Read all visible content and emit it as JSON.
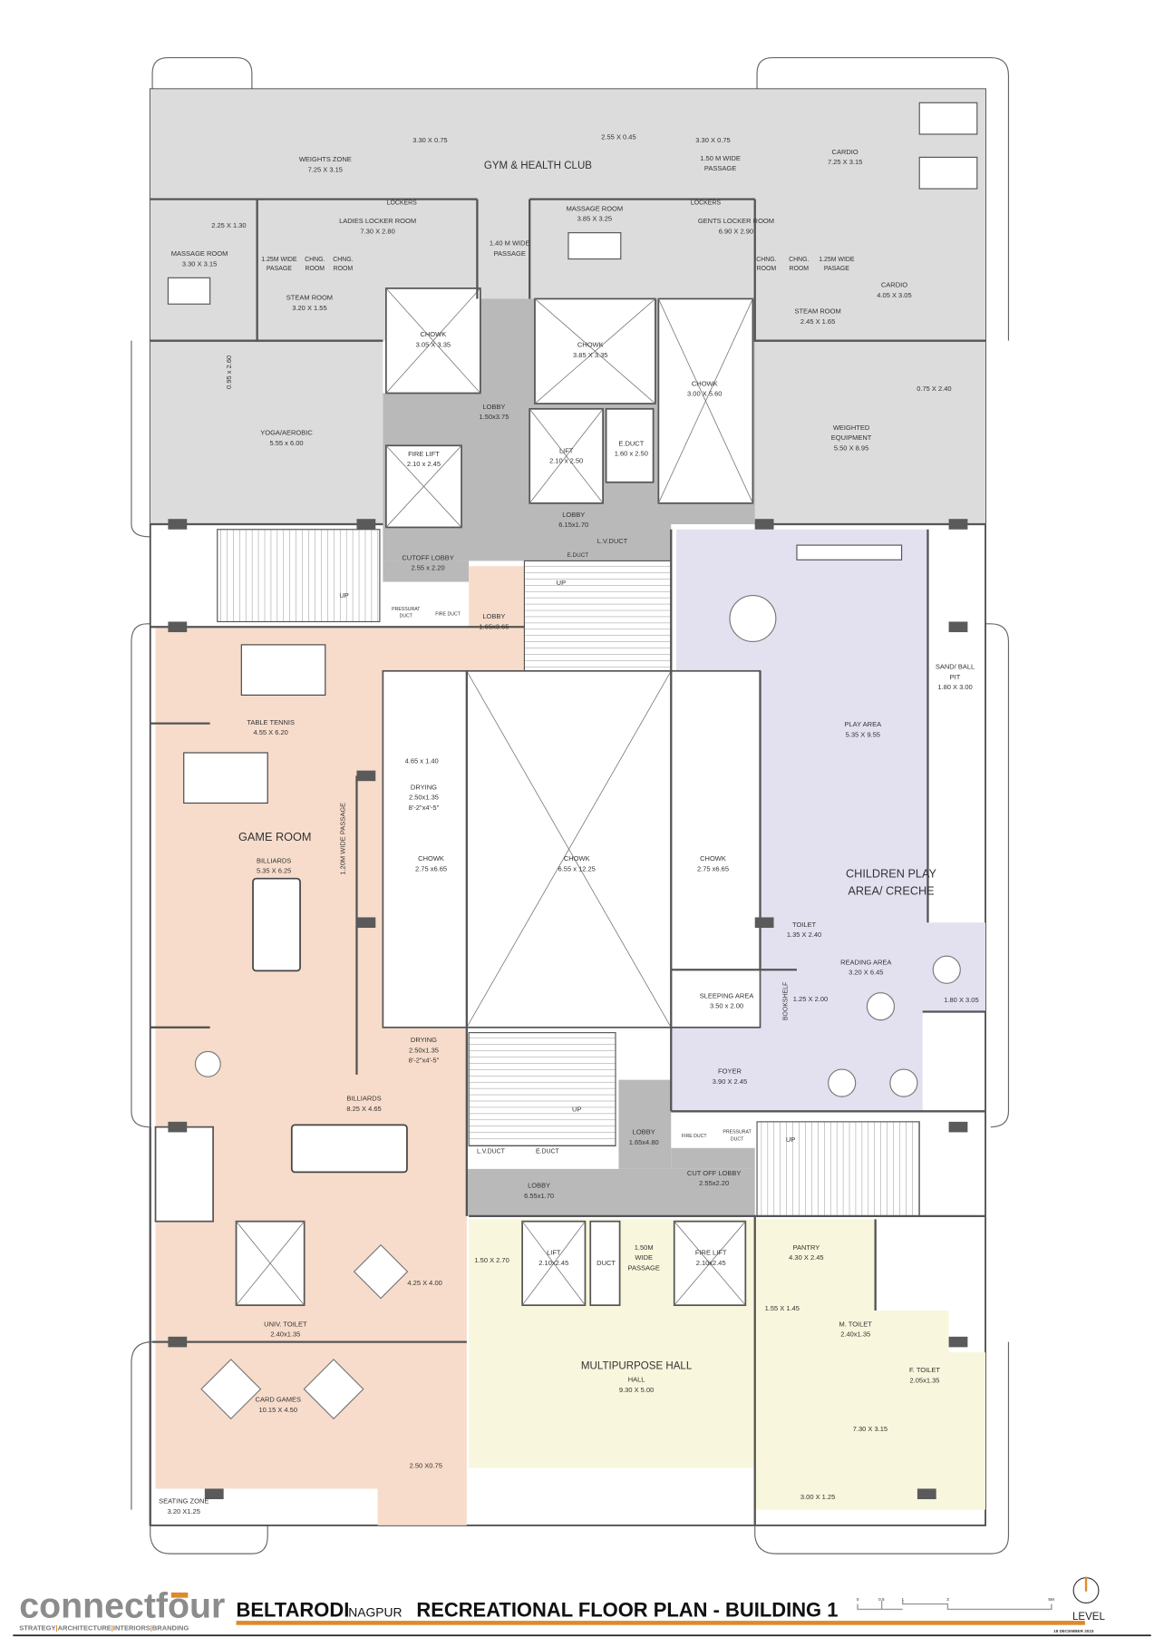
{
  "colors": {
    "gym_zone": "#dcdcdc",
    "lobby_zone": "#b9b9b9",
    "game_zone": "#f7dccb",
    "children_zone": "#e3e1f0",
    "hall_zone": "#f8f6dc",
    "accent": "#e0892a",
    "logo_gray": "#8c8c8c"
  },
  "rooms": [
    {
      "name": "vanity-1",
      "lines": [
        "3.30 X 0.75"
      ]
    },
    {
      "name": "dim-2-55",
      "lines": [
        "2.55 X 0.45"
      ]
    },
    {
      "name": "vanity-2",
      "lines": [
        "3.30 X 0.75"
      ]
    },
    {
      "name": "weights-zone",
      "lines": [
        "WEIGHTS ZONE",
        "7.25 X 3.15"
      ]
    },
    {
      "name": "gym-health-club",
      "lines": [
        "GYM & HEALTH CLUB"
      ]
    },
    {
      "name": "gym-passage",
      "lines": [
        "1.50 M WIDE",
        "PASSAGE"
      ]
    },
    {
      "name": "cardio-top",
      "lines": [
        "CARDIO",
        "7.25 X 3.15"
      ]
    },
    {
      "name": "lockers-ladies",
      "lines": [
        "LOCKERS"
      ]
    },
    {
      "name": "lockers-gents",
      "lines": [
        "LOCKERS"
      ]
    },
    {
      "name": "dim-2-25",
      "lines": [
        "2.25 X 1.30"
      ]
    },
    {
      "name": "ladies-locker-room",
      "lines": [
        "LADIES LOCKER ROOM",
        "7.30 X 2.80"
      ]
    },
    {
      "name": "passage-1-40",
      "lines": [
        "1.40 M WIDE",
        "PASSAGE"
      ]
    },
    {
      "name": "massage-room-right",
      "lines": [
        "MASSAGE ROOM",
        "3.85 X 3.25"
      ]
    },
    {
      "name": "gents-locker-room",
      "lines": [
        "GENTS LOCKER ROOM",
        "6.90 X 2.90"
      ]
    },
    {
      "name": "massage-room-left",
      "lines": [
        "MASSAGE ROOM",
        "3.30 X 3.15"
      ]
    },
    {
      "name": "passage-ladies",
      "lines": [
        "1.25M WIDE",
        "PASAGE"
      ]
    },
    {
      "name": "chng-room-l1",
      "lines": [
        "CHNG.",
        "ROOM"
      ]
    },
    {
      "name": "chng-room-l2",
      "lines": [
        "CHNG.",
        "ROOM"
      ]
    },
    {
      "name": "chng-room-g1",
      "lines": [
        "CHNG.",
        "ROOM"
      ]
    },
    {
      "name": "chng-room-g2",
      "lines": [
        "CHNG.",
        "ROOM"
      ]
    },
    {
      "name": "passage-gents",
      "lines": [
        "1.25M WIDE",
        "PASAGE"
      ]
    },
    {
      "name": "steam-room-left",
      "lines": [
        "STEAM ROOM",
        "3.20 X 1.55"
      ]
    },
    {
      "name": "steam-room-right",
      "lines": [
        "STEAM ROOM",
        "2.45 X 1.65"
      ]
    },
    {
      "name": "cardio-side",
      "lines": [
        "CARDIO",
        "4.05 X 3.05"
      ]
    },
    {
      "name": "chowk-1",
      "lines": [
        "CHOWK",
        "3.05 X 3.35"
      ]
    },
    {
      "name": "chowk-2",
      "lines": [
        "CHOWK",
        "3.85 X 3.35"
      ]
    },
    {
      "name": "chowk-3",
      "lines": [
        "CHOWK",
        "3.00 X 5.60"
      ]
    },
    {
      "name": "dim-0-95",
      "lines": [
        "0.95 x 2.60"
      ]
    },
    {
      "name": "lobby-upper",
      "lines": [
        "LOBBY",
        "1.50x3.75"
      ]
    },
    {
      "name": "dim-0-75",
      "lines": [
        "0.75 X 2.40"
      ]
    },
    {
      "name": "weighted-equipment",
      "lines": [
        "WEIGHTED",
        "EQUIPMENT",
        "5.50 X 8.95"
      ]
    },
    {
      "name": "yoga-aerobic",
      "lines": [
        "YOGA/AEROBIC",
        "5.55 x 6.00"
      ]
    },
    {
      "name": "lift-upper",
      "lines": [
        "LIFT",
        "2.10 x 2.50"
      ]
    },
    {
      "name": "e-duct-upper",
      "lines": [
        "E.DUCT",
        "1.60 x 2.50"
      ]
    },
    {
      "name": "fire-lift-upper",
      "lines": [
        "FIRE LIFT",
        "2.10 x 2.45"
      ]
    },
    {
      "name": "lobby-main-upper",
      "lines": [
        "LOBBY",
        "6.15x1.70"
      ]
    },
    {
      "name": "lv-duct-upper",
      "lines": [
        "L.V.DUCT"
      ]
    },
    {
      "name": "e-duct-small",
      "lines": [
        "E.DUCT"
      ]
    },
    {
      "name": "cutoff-lobby-upper",
      "lines": [
        "CUTOFF LOBBY",
        "2.55 x 2.20"
      ]
    },
    {
      "name": "stair-up-1",
      "lines": [
        "UP"
      ]
    },
    {
      "name": "stair-up-2",
      "lines": [
        "UP"
      ]
    },
    {
      "name": "pressurat-duct-upper",
      "lines": [
        "PRESSURAT",
        "DUCT"
      ]
    },
    {
      "name": "fire-duct-upper",
      "lines": [
        "FIRE DUCT"
      ]
    },
    {
      "name": "lobby-1-65",
      "lines": [
        "LOBBY",
        "1.65x3.65"
      ]
    },
    {
      "name": "sand-ball-pit",
      "lines": [
        "SAND/ BALL",
        "PIT",
        "1.80 X 3.00"
      ]
    },
    {
      "name": "table-tennis",
      "lines": [
        "TABLE TENNIS",
        "4.55 X 6.20"
      ]
    },
    {
      "name": "play-area",
      "lines": [
        "PLAY AREA",
        "5.35 X 9.55"
      ]
    },
    {
      "name": "dim-4-65",
      "lines": [
        "4.65 x 1.40"
      ]
    },
    {
      "name": "drying-upper",
      "lines": [
        "DRYING",
        "2.50x1.35",
        "8'-2\"x4'-5\""
      ]
    },
    {
      "name": "game-room",
      "lines": [
        "GAME ROOM"
      ]
    },
    {
      "name": "passage-1-20",
      "lines": [
        "1.20M WIDE PASSAGE"
      ]
    },
    {
      "name": "billiards-1",
      "lines": [
        "BILLIARDS",
        "5.35 X 6.25"
      ]
    },
    {
      "name": "chowk-left",
      "lines": [
        "CHOWK",
        "2.75 x6.65"
      ]
    },
    {
      "name": "chowk-center",
      "lines": [
        "CHOWK",
        "6.55 x 12.25"
      ]
    },
    {
      "name": "chowk-right",
      "lines": [
        "CHOWK",
        "2.75 x6.65"
      ]
    },
    {
      "name": "children-play-area",
      "lines": [
        "CHILDREN PLAY",
        "AREA/ CRECHE"
      ]
    },
    {
      "name": "toilet-creche",
      "lines": [
        "TOILET",
        "1.35 X 2.40"
      ]
    },
    {
      "name": "reading-area",
      "lines": [
        "READING AREA",
        "3.20 X 6.45"
      ]
    },
    {
      "name": "sleeping-area",
      "lines": [
        "SLEEPING AREA",
        "3.50 x 2.00"
      ]
    },
    {
      "name": "bookshelf",
      "lines": [
        "BOOKSHELF"
      ]
    },
    {
      "name": "dim-1-25",
      "lines": [
        "1.25 X 2.00"
      ]
    },
    {
      "name": "dim-1-80",
      "lines": [
        "1.80 X 3.05"
      ]
    },
    {
      "name": "drying-lower",
      "lines": [
        "DRYING",
        "2.50x1.35",
        "8'-2\"x4'-5\""
      ]
    },
    {
      "name": "foyer",
      "lines": [
        "FOYER",
        "3.90 X 2.45"
      ]
    },
    {
      "name": "billiards-2",
      "lines": [
        "BILLIARDS",
        "8.25 X 4.65"
      ]
    },
    {
      "name": "stair-up-3",
      "lines": [
        "UP"
      ]
    },
    {
      "name": "stair-up-4",
      "lines": [
        "UP"
      ]
    },
    {
      "name": "lobby-1-65-lower",
      "lines": [
        "LOBBY",
        "1.65x4.80"
      ]
    },
    {
      "name": "fire-duct-lower",
      "lines": [
        "FIRE DUCT"
      ]
    },
    {
      "name": "pressurat-duct-lower",
      "lines": [
        "PRESSURAT",
        "DUCT"
      ]
    },
    {
      "name": "lv-duct-lower",
      "lines": [
        "L.V.DUCT"
      ]
    },
    {
      "name": "e-duct-lower",
      "lines": [
        "E.DUCT"
      ]
    },
    {
      "name": "lobby-main-lower",
      "lines": [
        "LOBBY",
        "6.55x1.70"
      ]
    },
    {
      "name": "cut-off-lobby-lower",
      "lines": [
        "CUT OFF LOBBY",
        "2.55x2.20"
      ]
    },
    {
      "name": "dim-1-50",
      "lines": [
        "1.50 X 2.70"
      ]
    },
    {
      "name": "lift-lower",
      "lines": [
        "LIFT",
        "2.10x2.45"
      ]
    },
    {
      "name": "duct-lower",
      "lines": [
        "DUCT"
      ]
    },
    {
      "name": "passage-1-50",
      "lines": [
        "1.50M",
        "WIDE",
        "PASSAGE"
      ]
    },
    {
      "name": "fire-lift-lower",
      "lines": [
        "FIRE LIFT",
        "2.10x2.45"
      ]
    },
    {
      "name": "pantry",
      "lines": [
        "PANTRY",
        "4.30 X 2.45"
      ]
    },
    {
      "name": "dim-4-25",
      "lines": [
        "4.25 X 4.00"
      ]
    },
    {
      "name": "dim-1-55",
      "lines": [
        "1.55 X 1.45"
      ]
    },
    {
      "name": "univ-toilet",
      "lines": [
        "UNIV. TOILET",
        "2.40x1.35"
      ]
    },
    {
      "name": "m-toilet",
      "lines": [
        "M. TOILET",
        "2.40x1.35"
      ]
    },
    {
      "name": "multipurpose-hall",
      "lines": [
        "MULTIPURPOSE HALL"
      ]
    },
    {
      "name": "hall",
      "lines": [
        "HALL",
        "9.30 X 5.00"
      ]
    },
    {
      "name": "f-toilet",
      "lines": [
        "F. TOILET",
        "2.05x1.35"
      ]
    },
    {
      "name": "card-games",
      "lines": [
        "CARD GAMES",
        "10.15 X 4.50"
      ]
    },
    {
      "name": "dim-7-30",
      "lines": [
        "7.30 X 3.15"
      ]
    },
    {
      "name": "dim-2-50",
      "lines": [
        "2.50 X0.75"
      ]
    },
    {
      "name": "dim-3-00",
      "lines": [
        "3.00 X 1.25"
      ]
    },
    {
      "name": "seating-zone",
      "lines": [
        "SEATING ZONE",
        "3.20 X1.25"
      ]
    }
  ],
  "title_block": {
    "logo_text": "connectfour",
    "tagline": [
      "STRATEGY",
      "ARCHITECTURE",
      "INTERIORS",
      "BRANDING"
    ],
    "project": "BELTARODI",
    "city": "NAGPUR",
    "drawing_title": "RECREATIONAL FLOOR PLAN - BUILDING 1",
    "scale_ticks": [
      "0",
      "0.5",
      "1",
      "3",
      "5M"
    ],
    "level_label": "LEVEL",
    "date": "18 DECEMBER 2023"
  }
}
